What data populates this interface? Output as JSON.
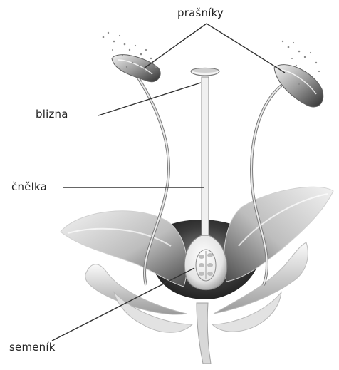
{
  "diagram": {
    "labels": {
      "anthers": "prašníky",
      "stigma": "blizna",
      "style": "čnělka",
      "ovary": "semeník"
    }
  }
}
